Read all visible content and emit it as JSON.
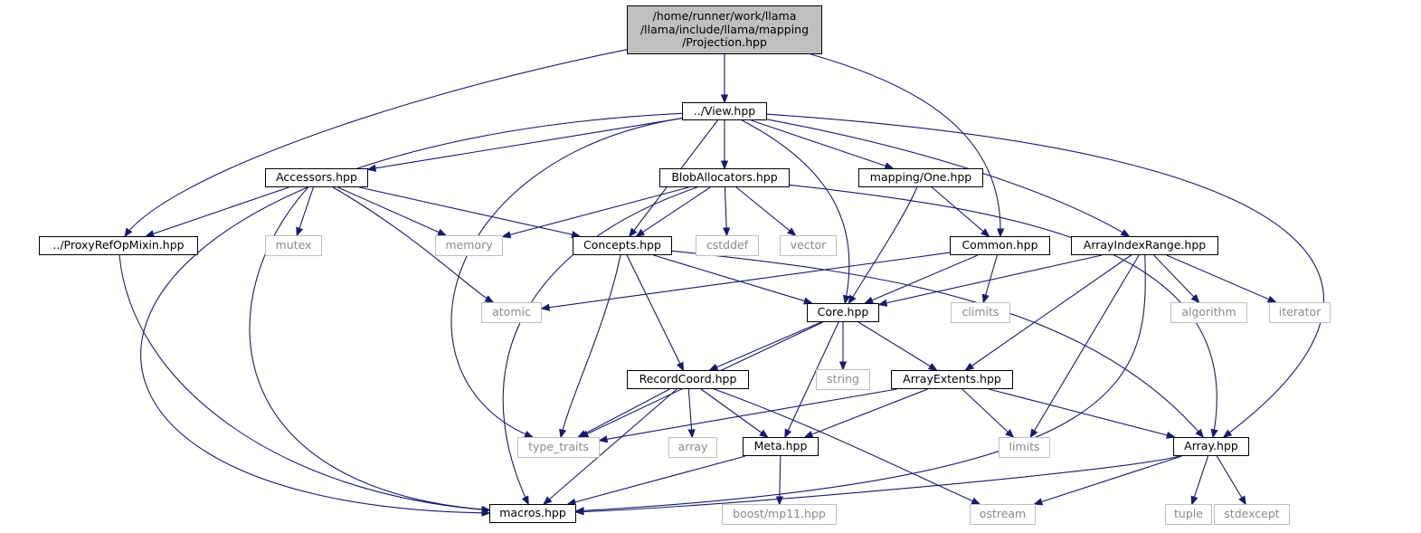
{
  "colors": {
    "edge": "#191970",
    "root_fill": "#bfbfbf",
    "local_border": "#000000",
    "system_border": "#bfbfbf"
  },
  "nodes": {
    "projection": {
      "label": "/home/runner/work/llama\n/llama/include/llama/mapping\n/Projection.hpp",
      "kind": "root"
    },
    "view": {
      "label": "../View.hpp",
      "kind": "local"
    },
    "accessors": {
      "label": "Accessors.hpp",
      "kind": "local"
    },
    "blob_allocators": {
      "label": "BlobAllocators.hpp",
      "kind": "local"
    },
    "mapping_one": {
      "label": "mapping/One.hpp",
      "kind": "local"
    },
    "proxy_ref_op_mixin": {
      "label": "../ProxyRefOpMixin.hpp",
      "kind": "local"
    },
    "mutex": {
      "label": "mutex",
      "kind": "system"
    },
    "memory": {
      "label": "memory",
      "kind": "system"
    },
    "concepts": {
      "label": "Concepts.hpp",
      "kind": "local"
    },
    "cstddef": {
      "label": "cstddef",
      "kind": "system"
    },
    "vector": {
      "label": "vector",
      "kind": "system"
    },
    "common": {
      "label": "Common.hpp",
      "kind": "local"
    },
    "array_index_range": {
      "label": "ArrayIndexRange.hpp",
      "kind": "local"
    },
    "atomic": {
      "label": "atomic",
      "kind": "system"
    },
    "core": {
      "label": "Core.hpp",
      "kind": "local"
    },
    "climits": {
      "label": "climits",
      "kind": "system"
    },
    "algorithm": {
      "label": "algorithm",
      "kind": "system"
    },
    "iterator": {
      "label": "iterator",
      "kind": "system"
    },
    "string": {
      "label": "string",
      "kind": "system"
    },
    "record_coord": {
      "label": "RecordCoord.hpp",
      "kind": "local"
    },
    "array_extents": {
      "label": "ArrayExtents.hpp",
      "kind": "local"
    },
    "type_traits": {
      "label": "type_traits",
      "kind": "system"
    },
    "array_std": {
      "label": "array",
      "kind": "system"
    },
    "meta": {
      "label": "Meta.hpp",
      "kind": "local"
    },
    "limits": {
      "label": "limits",
      "kind": "system"
    },
    "array_hpp": {
      "label": "Array.hpp",
      "kind": "local"
    },
    "macros": {
      "label": "macros.hpp",
      "kind": "local"
    },
    "boost_mp11": {
      "label": "boost/mp11.hpp",
      "kind": "system"
    },
    "ostream": {
      "label": "ostream",
      "kind": "system"
    },
    "tuple": {
      "label": "tuple",
      "kind": "system"
    },
    "stdexcept": {
      "label": "stdexcept",
      "kind": "system"
    }
  },
  "edges": [
    [
      "projection",
      "view"
    ],
    [
      "projection",
      "proxy_ref_op_mixin"
    ],
    [
      "projection",
      "common"
    ],
    [
      "view",
      "accessors"
    ],
    [
      "view",
      "blob_allocators"
    ],
    [
      "view",
      "mapping_one"
    ],
    [
      "view",
      "concepts"
    ],
    [
      "view",
      "core"
    ],
    [
      "view",
      "array_index_range"
    ],
    [
      "view",
      "type_traits"
    ],
    [
      "view",
      "macros"
    ],
    [
      "view",
      "array_hpp"
    ],
    [
      "accessors",
      "proxy_ref_op_mixin"
    ],
    [
      "accessors",
      "mutex"
    ],
    [
      "accessors",
      "memory"
    ],
    [
      "accessors",
      "concepts"
    ],
    [
      "accessors",
      "atomic"
    ],
    [
      "accessors",
      "macros"
    ],
    [
      "blob_allocators",
      "memory"
    ],
    [
      "blob_allocators",
      "concepts"
    ],
    [
      "blob_allocators",
      "cstddef"
    ],
    [
      "blob_allocators",
      "vector"
    ],
    [
      "blob_allocators",
      "macros"
    ],
    [
      "blob_allocators",
      "array_hpp"
    ],
    [
      "mapping_one",
      "common"
    ],
    [
      "mapping_one",
      "core"
    ],
    [
      "proxy_ref_op_mixin",
      "macros"
    ],
    [
      "concepts",
      "core"
    ],
    [
      "concepts",
      "record_coord"
    ],
    [
      "concepts",
      "type_traits"
    ],
    [
      "concepts",
      "array_hpp"
    ],
    [
      "common",
      "atomic"
    ],
    [
      "common",
      "core"
    ],
    [
      "common",
      "climits"
    ],
    [
      "array_index_range",
      "core"
    ],
    [
      "array_index_range",
      "algorithm"
    ],
    [
      "array_index_range",
      "iterator"
    ],
    [
      "array_index_range",
      "array_extents"
    ],
    [
      "array_index_range",
      "limits"
    ],
    [
      "array_index_range",
      "macros"
    ],
    [
      "core",
      "string"
    ],
    [
      "core",
      "record_coord"
    ],
    [
      "core",
      "array_extents"
    ],
    [
      "core",
      "meta"
    ],
    [
      "core",
      "type_traits"
    ],
    [
      "record_coord",
      "type_traits"
    ],
    [
      "record_coord",
      "array_std"
    ],
    [
      "record_coord",
      "meta"
    ],
    [
      "record_coord",
      "macros"
    ],
    [
      "record_coord",
      "ostream"
    ],
    [
      "array_extents",
      "type_traits"
    ],
    [
      "array_extents",
      "meta"
    ],
    [
      "array_extents",
      "limits"
    ],
    [
      "array_extents",
      "array_hpp"
    ],
    [
      "meta",
      "macros"
    ],
    [
      "meta",
      "boost_mp11"
    ],
    [
      "array_hpp",
      "macros"
    ],
    [
      "array_hpp",
      "ostream"
    ],
    [
      "array_hpp",
      "tuple"
    ],
    [
      "array_hpp",
      "stdexcept"
    ]
  ]
}
